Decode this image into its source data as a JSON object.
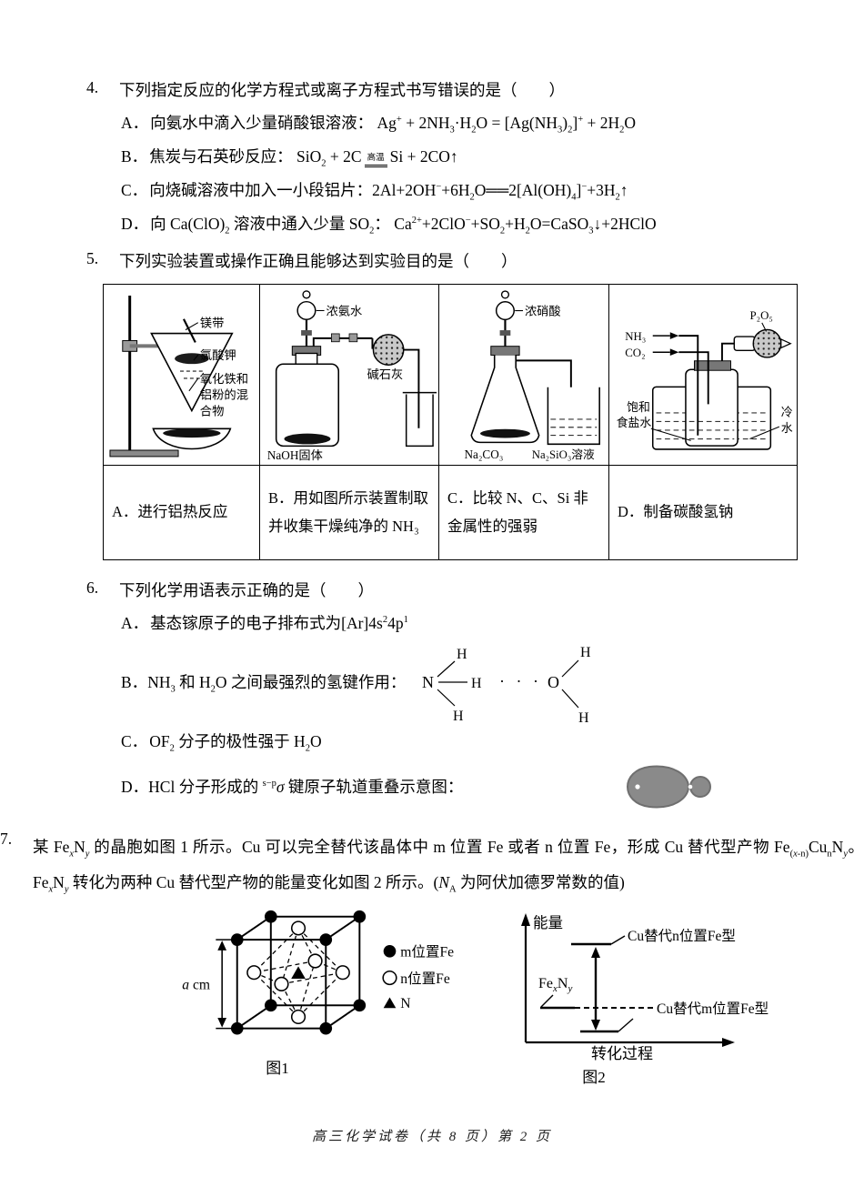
{
  "page": {
    "footer": "高三化学试卷（共 8 页）第 2 页"
  },
  "q4": {
    "number": "4.",
    "stem": "下列指定反应的化学方程式或离子方程式书写错误的是（　　）",
    "options": [
      {
        "label": "A．",
        "html": "向氨水中滴入少量硝酸银溶液： Ag<sup>+</sup> + 2NH<sub>3</sub>·H<sub>2</sub>O = [Ag(NH<sub>3</sub>)<sub>2</sub>]<sup>+</sup> + 2H<sub>2</sub>O"
      },
      {
        "label": "B．",
        "html": "焦炭与石英砂反应： SiO<sub>2</sub> + 2C<span class='cond'>高温</span>Si + 2CO↑"
      },
      {
        "label": "C．",
        "html": "向烧碱溶液中加入一小段铝片：2Al+2OH<sup>−</sup>+6H<sub>2</sub>O══2[Al(OH)<sub>4</sub>]<sup>−</sup>+3H<sub>2</sub>↑"
      },
      {
        "label": "D．",
        "html": "向 Ca(ClO)<sub>2</sub> 溶液中通入少量 SO<sub>2</sub>： Ca<sup>2+</sup>+2ClO<sup>−</sup>+SO<sub>2</sub>+H<sub>2</sub>O=CaSO<sub>3</sub>↓+2HClO"
      }
    ]
  },
  "q5": {
    "number": "5.",
    "stem": "下列实验装置或操作正确且能够达到实验目的是（　　）",
    "diagramA": {
      "label1": "镁带",
      "label2": "氯酸钾",
      "label3": "氧化铁和",
      "label4": "铝粉的混",
      "label5": "合物"
    },
    "diagramB": {
      "funnel": "浓氨水",
      "bulb": "碱石灰",
      "bottle": "NaOH固体"
    },
    "diagramC": {
      "funnel": "浓硝酸",
      "flask": "Na₂CO₃",
      "beaker": "Na₂SiO₃溶液"
    },
    "diagramD": {
      "gas1": "NH₃",
      "gas2": "CO₂",
      "dry": "P₂O₅",
      "bath1": "饱和",
      "bath2": "食盐水",
      "cold1": "冷",
      "cold2": "水"
    },
    "answers": [
      "A．进行铝热反应",
      "B．用如图所示装置制取并收集干燥纯净的 NH₃",
      "C．比较 N、C、Si 非金属性的强弱",
      "D．制备碳酸氢钠"
    ]
  },
  "q6": {
    "number": "6.",
    "stem": "下列化学用语表示正确的是（　　）",
    "optionA": {
      "label": "A．",
      "html": "基态镓原子的电子排布式为[Ar]4s<sup>2</sup>4p<sup>1</sup>"
    },
    "optionB": {
      "label": "B．",
      "html": "NH<sub>3</sub> 和 H<sub>2</sub>O 之间最强烈的氢键作用："
    },
    "optionC": {
      "label": "C．",
      "html": "OF<sub>2</sub> 分子的极性强于 H<sub>2</sub>O"
    },
    "optionD": {
      "label": "D．",
      "html": "HCl 分子形成的 <sup>s−p</sup><span class='sigma'>σ</span> 键原子轨道重叠示意图："
    },
    "hbond": {
      "n": "N",
      "o": "O",
      "h1": "H",
      "h2": "H",
      "h3": "H",
      "h4": "H",
      "h5": "H",
      "dots": "· · ·"
    }
  },
  "q7": {
    "number": "7.",
    "stem_html": "某 Fe<sub><i>x</i></sub>N<sub><i>y</i></sub> 的晶胞如图 1 所示。Cu 可以完全替代该晶体中 m 位置 Fe 或者 n 位置 Fe，形成 Cu 替代型产物 Fe<sub>(<i>x</i>-n)</sub>Cu<sub>n</sub>N<sub><i>y</i></sub>。Fe<sub><i>x</i></sub>N<sub><i>y</i></sub> 转化为两种 Cu 替代型产物的能量变化如图 2 所示。(<i>N</i><sub>A</sub> 为阿伏加德罗常数的值)",
    "fig1": {
      "dim_a": "a",
      "dim_cm": " cm",
      "legend1": "m位置Fe",
      "legend2": "n位置Fe",
      "legend3": "N",
      "caption": "图1"
    },
    "fig2": {
      "ylabel": "能量",
      "xlabel": "转化过程",
      "top": "Cu替代n位置Fe型",
      "bottom": "Cu替代m位置Fe型",
      "mid_fe": "Fe",
      "mid_x": "x",
      "mid_n": "N",
      "mid_y": "y",
      "caption": "图2"
    }
  }
}
